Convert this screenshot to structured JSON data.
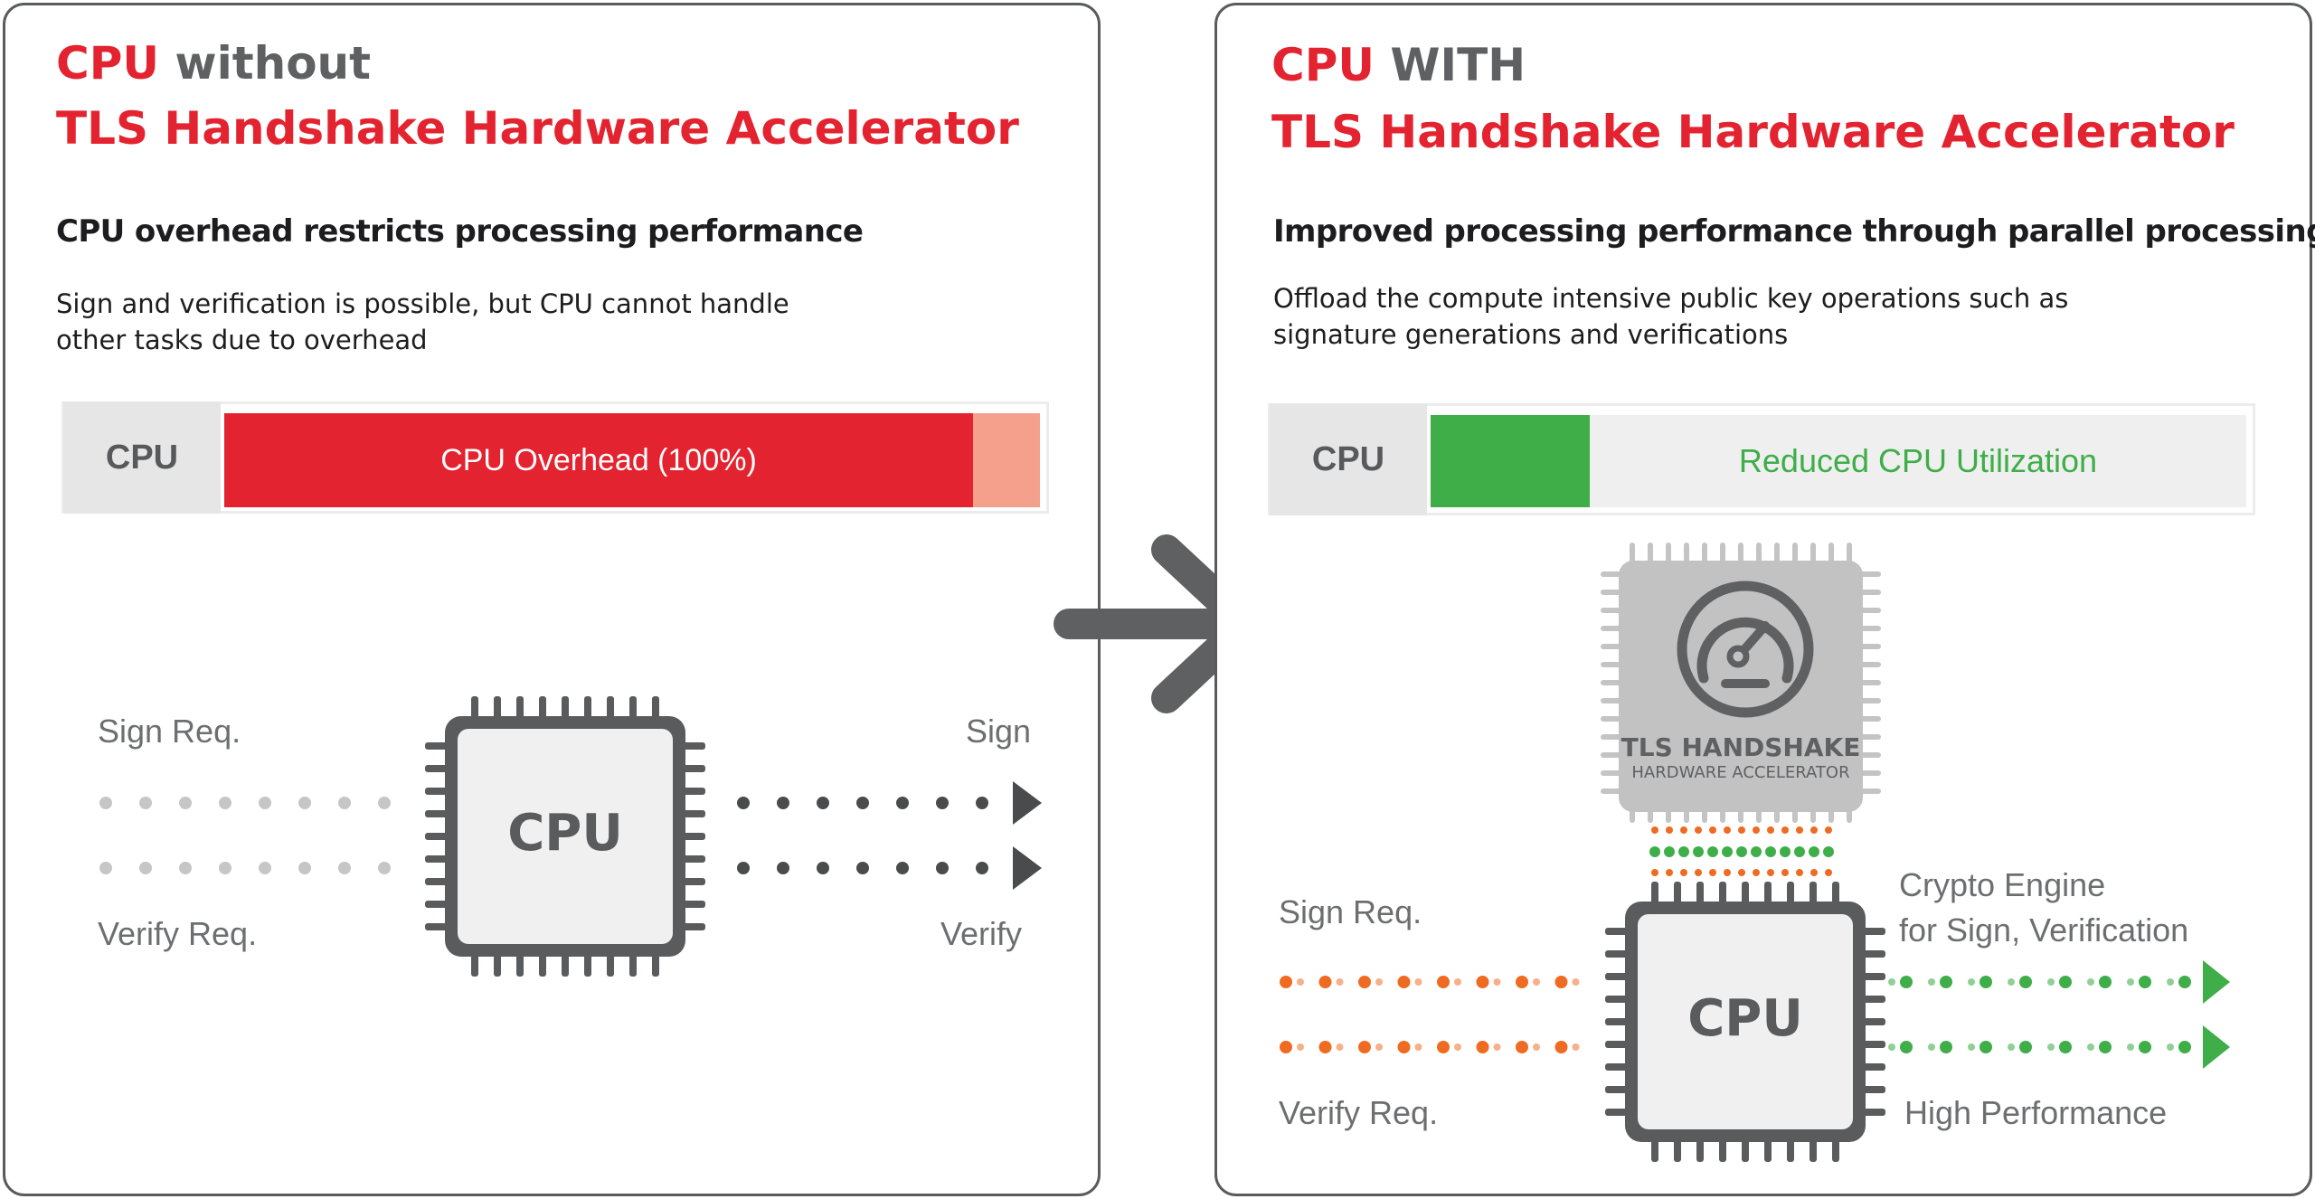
{
  "colors": {
    "red": "#e3232f",
    "gray": "#5f6062",
    "green": "#3fae49",
    "orange": "#ef6b21",
    "peach": "#f4a08d"
  },
  "left": {
    "title_word1": "CPU",
    "title_word2": "without",
    "title_line2": "TLS Handshake Hardware Accelerator",
    "subtitle": "CPU overhead restricts processing performance",
    "desc_line1": "Sign and verification is possible, but CPU cannot handle",
    "desc_line2": "other tasks due to overhead",
    "bar_label": "CPU",
    "bar_text": "CPU Overhead (100%)",
    "chip_label": "CPU",
    "input_top": "Sign Req.",
    "input_bottom": "Verify Req.",
    "output_top": "Sign",
    "output_bottom": "Verify"
  },
  "right": {
    "title_word1": "CPU",
    "title_word2": "WITH",
    "title_line2": "TLS Handshake Hardware Accelerator",
    "subtitle": "Improved  processing performance through parallel processing",
    "desc_line1": "Offload the compute intensive public key operations such as",
    "desc_line2": "signature generations and verifications",
    "bar_label": "CPU",
    "bar_text": "Reduced CPU Utilization",
    "accel_line1": "TLS HANDSHAKE",
    "accel_line2": "HARDWARE ACCELERATOR",
    "accel_icon": "speedometer-icon",
    "chip_label": "CPU",
    "input_top": "Sign Req.",
    "input_bottom": "Verify Req.",
    "output_top_line1": "Crypto Engine",
    "output_top_line2": "for Sign, Verification",
    "output_bottom": "High Performance"
  },
  "transition_icon": "arrow-right-icon"
}
